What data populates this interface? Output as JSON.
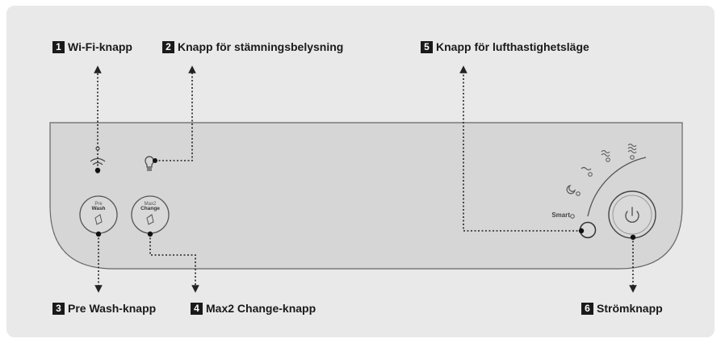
{
  "callouts": [
    {
      "num": "1",
      "text": "Wi-Fi-knapp"
    },
    {
      "num": "2",
      "text": "Knapp för stämningsbelysning"
    },
    {
      "num": "3",
      "text": "Pre Wash-knapp"
    },
    {
      "num": "4",
      "text": "Max2 Change-knapp"
    },
    {
      "num": "5",
      "text": "Knapp för lufthastighetsläge"
    },
    {
      "num": "6",
      "text": "Strömknapp"
    }
  ],
  "panel": {
    "prewash_top": "Pre",
    "prewash_bottom": "Wash",
    "max2_top": "Max2",
    "max2_bottom": "Change",
    "smart_label": "Smart"
  },
  "icons": [
    "wifi-icon",
    "lightbulb-icon",
    "filter-icon",
    "moon-icon",
    "fan-low-icon",
    "fan-mid-icon",
    "fan-high-icon",
    "power-icon"
  ]
}
